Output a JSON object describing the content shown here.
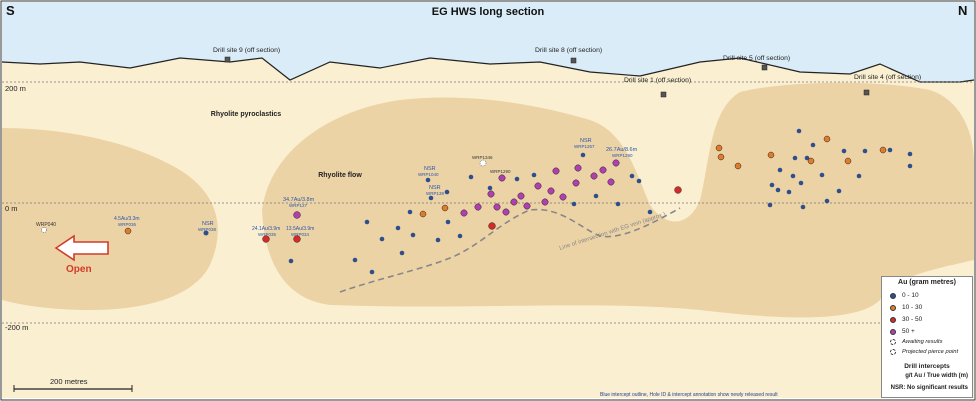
{
  "title": "EG HWS long section",
  "compass": {
    "left": "S",
    "right": "N"
  },
  "elevation_labels": {
    "top": "200 m",
    "middle": "0 m",
    "bottom": "-200 m"
  },
  "units": {
    "pyroclastics": "Rhyolite pyroclastics",
    "flow": "Rhyolite flow"
  },
  "drill_sites": {
    "site9": "Drill site 9 (off section)",
    "site8": "Drill site 8 (off section)",
    "site5": "Drill site 5 (off section)",
    "site1": "Drill site 1 (off section)",
    "site4": "Drill site 4 (off section)"
  },
  "open_label": "Open",
  "intersection_note": "Line of intersection with EG vein (approx.)",
  "scale_bar": "200 metres",
  "annotations": {
    "a1": "WRP040",
    "a2": "4.5Au/3.3m",
    "a2b": "WRP036",
    "a3": "NSR",
    "a3b": "WRP038",
    "a4": "24.1Au/3.9m",
    "a4b": "WRP035",
    "a5": "13.5Au/3.9m",
    "a5b": "WRP034",
    "a6": "34.7Au/3.8m",
    "a6b": "WRP127",
    "a7": "NSR",
    "a7b": "WRP1040",
    "a8": "NSR",
    "a8b": "WRP139",
    "a9": "WRP1346",
    "a9b": "WRP1290",
    "a10": "NSR",
    "a10b": "WRP1267",
    "a11": "26.7Au/8.6m",
    "a11b": "WRP1290",
    "a12": "NSR"
  },
  "legend": {
    "title": "Au (gram metres)",
    "items": [
      {
        "label": "0 - 10",
        "color": "#2e4f8c"
      },
      {
        "label": "10 - 30",
        "color": "#e07b2a"
      },
      {
        "label": "30 - 50",
        "color": "#d42a2a"
      },
      {
        "label": "50 +",
        "color": "#b13fb0"
      }
    ],
    "awaiting": "Awaiting results",
    "projected": "Projected pierce point",
    "intercepts_title": "Drill intercepts",
    "intercepts_units": "g/t Au / True width (m)",
    "nsr_note": "NSR: No significant results"
  },
  "footnote": "Blue intercept outline, Hole ID & intercept annotation show newly released result",
  "colors": {
    "sky": "#d9ecf7",
    "pyroclastics": "#fbefd2",
    "flow": "#ecd3a6",
    "blue": "#2e4f8c",
    "orange": "#e07b2a",
    "red": "#d42a2a",
    "purple": "#b13fb0",
    "annotation_blue": "#2c56a8",
    "open_red": "#d13c2a"
  }
}
